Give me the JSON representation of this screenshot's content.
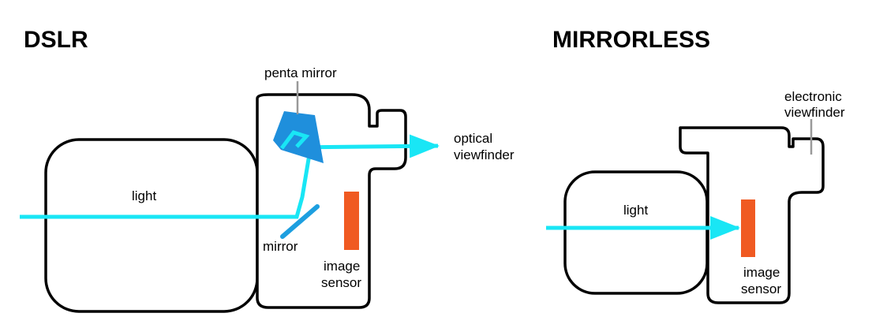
{
  "colors": {
    "outline": "#000000",
    "light_beam": "#19e6f5",
    "mirror": "#1d9fe0",
    "pentamirror": "#1f8fdc",
    "sensor": "#f05a22",
    "leader": "#999999"
  },
  "dslr": {
    "title": "DSLR",
    "labels": {
      "penta_mirror": "penta mirror",
      "optical_viewfinder": [
        "optical",
        "viewfinder"
      ],
      "light": "light",
      "mirror": "mirror",
      "image_sensor": [
        "image",
        "sensor"
      ]
    }
  },
  "mirrorless": {
    "title": "MIRRORLESS",
    "labels": {
      "electronic_viewfinder": [
        "electronic",
        "viewfinder"
      ],
      "light": "light",
      "image_sensor": [
        "image",
        "sensor"
      ]
    }
  }
}
